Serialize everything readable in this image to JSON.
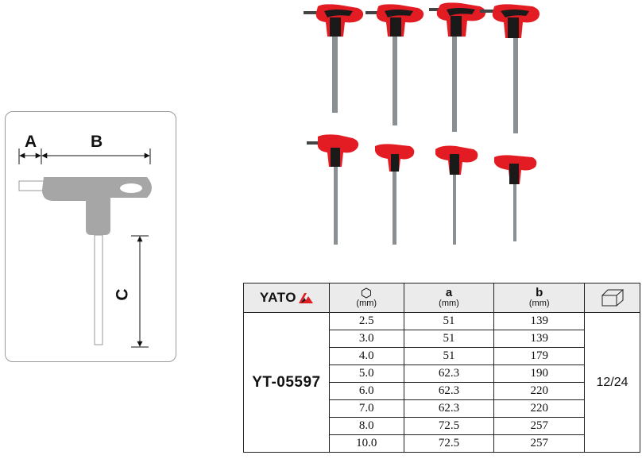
{
  "diagram": {
    "label_a": "A",
    "label_b": "B",
    "label_c": "C"
  },
  "table": {
    "brand": "YATO",
    "columns": [
      {
        "icon": "hex-icon",
        "main": "",
        "unit": "(mm)"
      },
      {
        "main": "a",
        "unit": "(mm)"
      },
      {
        "main": "b",
        "unit": "(mm)"
      },
      {
        "icon": "box-icon"
      }
    ],
    "product_code": "YT-05597",
    "pack": "12/24",
    "rows": [
      {
        "size": "2.5",
        "a": "51",
        "b": "139"
      },
      {
        "size": "3.0",
        "a": "51",
        "b": "139"
      },
      {
        "size": "4.0",
        "a": "51",
        "b": "179"
      },
      {
        "size": "5.0",
        "a": "62.3",
        "b": "190"
      },
      {
        "size": "6.0",
        "a": "62.3",
        "b": "220"
      },
      {
        "size": "7.0",
        "a": "62.3",
        "b": "220"
      },
      {
        "size": "8.0",
        "a": "72.5",
        "b": "257"
      },
      {
        "size": "10.0",
        "a": "72.5",
        "b": "257"
      }
    ]
  },
  "colors": {
    "handle_red": "#e31b23",
    "handle_black": "#1a1a1a",
    "steel": "#8a8f94",
    "header_bg": "#ebebeb"
  }
}
